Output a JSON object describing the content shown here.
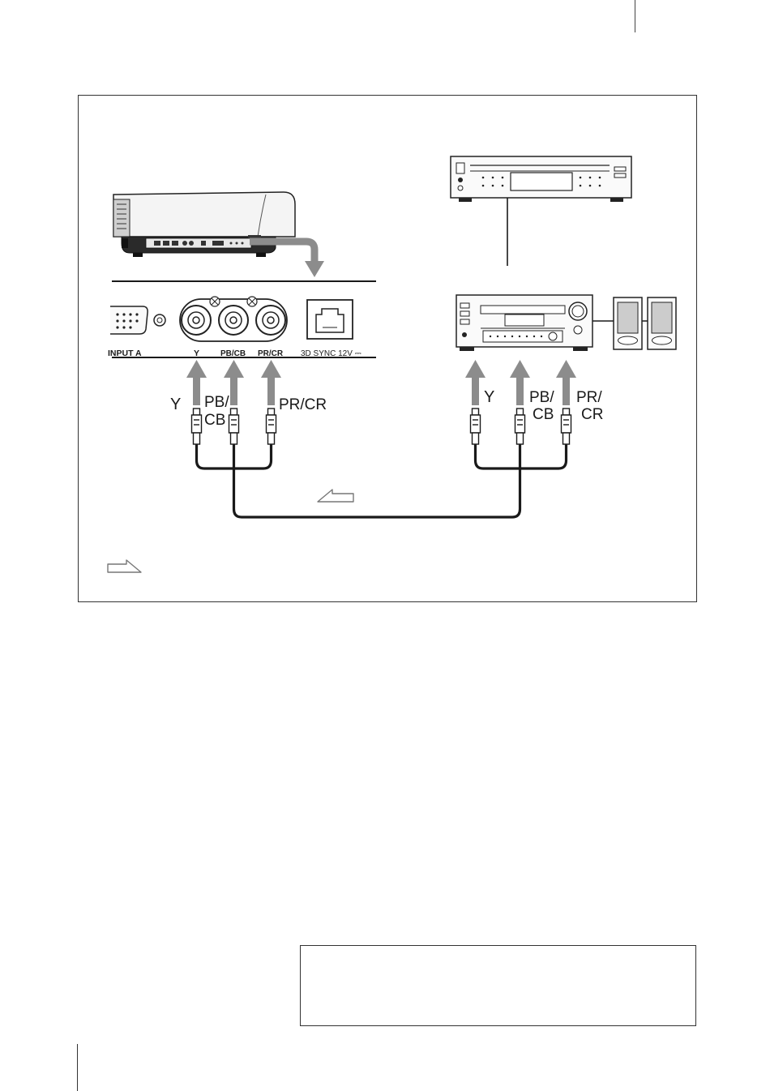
{
  "colors": {
    "ink": "#1a1a1a",
    "arrow_gray": "#8c8c8c",
    "device_gray": "#d9d9d9",
    "light_gray": "#eeeeee"
  },
  "panel": {
    "input_a_label": "INPUT A",
    "y_label": "Y",
    "pb_label": "PB/CB",
    "pr_label": "PR/CR",
    "sync_label": "3D SYNC 12V ⎓"
  },
  "cable_labels": {
    "left_y": "Y",
    "left_pb_top": "PB/",
    "left_pb_bottom": "CB",
    "left_pr": "PR/CR",
    "right_y": "Y",
    "right_pb_top": "PB/",
    "right_pb_bottom": "CB",
    "right_pr_top": "PR/",
    "right_pr_bottom": "CR"
  },
  "icons": [
    "projector-icon",
    "dvd-player-icon",
    "av-amplifier-icon",
    "speaker-icon",
    "signal-flow-arrow-icon",
    "rj45-jack-icon"
  ]
}
